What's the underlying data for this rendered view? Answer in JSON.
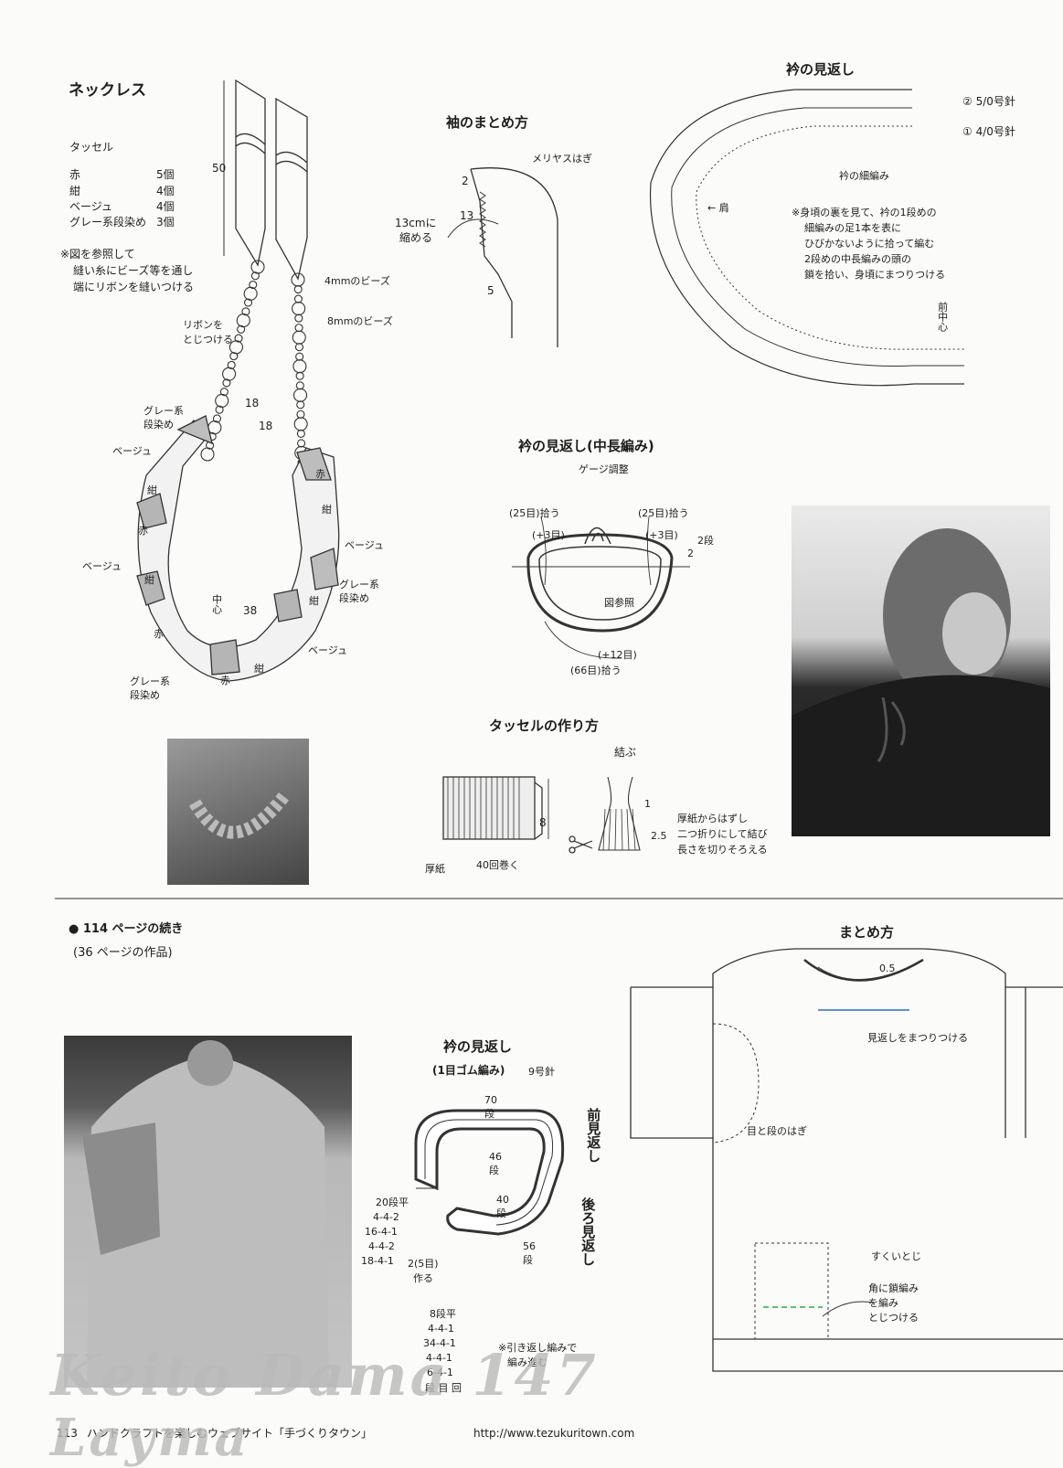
{
  "necklace": {
    "title": "ネックレス",
    "tassel_heading": "タッセル",
    "tassel_items": [
      {
        "color": "赤",
        "count": "5個"
      },
      {
        "color": "紺",
        "count": "4個"
      },
      {
        "color": "ベージュ",
        "count": "4個"
      },
      {
        "color": "グレー系段染め",
        "count": "3個"
      }
    ],
    "note_line1": "※図を参照して",
    "note_line2": "縫い糸にビーズ等を通し",
    "note_line3": "端にリボンを縫いつける",
    "label_50": "50",
    "bead_4mm": "4mmのビーズ",
    "bead_8mm": "8mmのビーズ",
    "ribbon_line1": "リボンを",
    "ribbon_line2": "とじつける",
    "len_18a": "18",
    "len_18b": "18",
    "len_38": "38",
    "center": "中心",
    "grey_line1": "グレー系",
    "grey_line2": "段染め",
    "beige": "ベージュ",
    "tassel_red": "赤",
    "tassel_navy": "紺"
  },
  "sleeve": {
    "title": "袖のまとめ方",
    "meriyasu": "メリヤスはぎ",
    "n2": "2",
    "n13": "13",
    "n5": "5",
    "shrink_line1": "13cmに",
    "shrink_line2": "縮める"
  },
  "collar_facing_top": {
    "title": "衿の見返し",
    "row2": "② 5/0号針",
    "row1": "① 4/0号針",
    "sc_label": "衿の細編み",
    "shoulder": "← 肩",
    "note": [
      "※身頃の裏を見て、衿の1段めの",
      "細編みの足1本を表に",
      "ひびかないように拾って編む",
      "2段めの中長編みの頭の",
      "鎖を拾い、身頃にまつりつける"
    ],
    "front_center": "前中心"
  },
  "collar_hdc": {
    "title": "衿の見返し(中長編み)",
    "gauge": "ゲージ調整",
    "pick_left": "(25目)拾う",
    "plus_left": "(+3目)",
    "pick_right": "(25目)拾う",
    "plus_right": "(+3目)",
    "rows": "2段",
    "rows_num": "2",
    "see_fig": "図参照",
    "plus_12": "(+12目)",
    "pick_66": "(66目)拾う"
  },
  "tassel_howto": {
    "title": "タッセルの作り方",
    "tie": "結ぶ",
    "n8": "8",
    "n1": "1",
    "n25": "2.5",
    "cardboard": "厚紙",
    "wrap": "40回巻く",
    "instr": [
      "厚紙からはずし",
      "二つ折りにして結び",
      "長さを切りそろえる"
    ]
  },
  "continued": {
    "line1": "● 114 ページの続き",
    "line2": "(36 ページの作品)"
  },
  "collar_rib": {
    "title": "衿の見返し",
    "subtitle": "(1目ゴム編み)",
    "needle": "9号針",
    "r70": "70",
    "dan": "段",
    "r46": "46",
    "r40": "40",
    "r56": "56",
    "front_facing": "前見返し",
    "back_facing": "後ろ見返し",
    "left_dec": [
      "20段平",
      "4-4-2",
      "16-4-1",
      "4-4-2",
      "18-4-1"
    ],
    "cast": "2(5目)",
    "make": "作る",
    "bottom_dec": [
      "8段平",
      "4-4-1",
      "34-4-1",
      "4-4-1",
      "6-4-1"
    ],
    "legend": "段 目 回",
    "short_row": "※引き返し編みで",
    "short_row2": "編み進む"
  },
  "assembly": {
    "title": "まとめ方",
    "n05": "0.5",
    "facing_sew": "見返しをまつりつける",
    "stitch_row": "目と段のはぎ",
    "scoop": "すくいとじ",
    "corner": [
      "角に鎖編み",
      "を編み",
      "とじつける"
    ]
  },
  "footer": {
    "page": "113",
    "text": "ハンドクラフトを楽しむウェブサイト「手づくりタウン」",
    "url": "http://www.tezukuritown.com"
  },
  "watermark": {
    "line1": "Keito Dama 147",
    "line2": "Layma"
  }
}
